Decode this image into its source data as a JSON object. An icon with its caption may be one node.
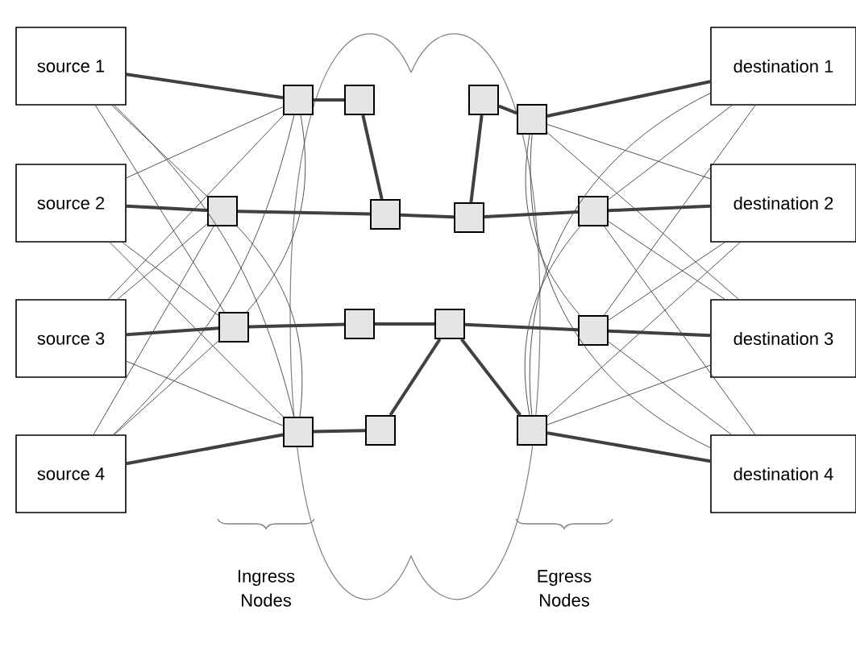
{
  "diagram": {
    "nodes": [
      {
        "text": [
          "source 1"
        ]
      },
      {
        "text": [
          "source 2"
        ]
      },
      {
        "text": [
          "source 3"
        ]
      },
      {
        "text": [
          "source 4"
        ]
      },
      {
        "text": [],
        "shape": "box"
      },
      {
        "text": [],
        "shape": "box"
      },
      {
        "text": [],
        "shape": "box"
      },
      {
        "text": [],
        "shape": "box"
      },
      {
        "text": [],
        "shape": "box"
      },
      {
        "text": [],
        "shape": "box"
      },
      {
        "text": [],
        "shape": "box"
      },
      {
        "text": [],
        "shape": "box"
      },
      {
        "text": [],
        "shape": "box"
      },
      {
        "text": [],
        "shape": "box"
      },
      {
        "text": [],
        "shape": "box"
      },
      {
        "text": [],
        "shape": "box"
      },
      {
        "text": [],
        "shape": "box"
      },
      {
        "text": [],
        "shape": "box"
      },
      {
        "text": [],
        "shape": "box"
      },
      {
        "text": [
          "destination 1"
        ]
      },
      {
        "text": [
          "destination 2"
        ]
      },
      {
        "text": [
          "destination 3"
        ]
      },
      {
        "text": [
          "destination 4"
        ]
      }
    ],
    "edges": [
      {
        "from": 0,
        "to": 4,
        "arrow": "none",
        "style": "thick"
      },
      {
        "from": 0,
        "to": 5,
        "arrow": "none"
      },
      {
        "from": 0,
        "to": 6,
        "arrow": "none"
      },
      {
        "from": 0,
        "to": 7,
        "arrow": "none"
      },
      {
        "from": 1,
        "to": 4,
        "arrow": "none"
      },
      {
        "from": 1,
        "to": 5,
        "arrow": "none",
        "style": "thick"
      },
      {
        "from": 1,
        "to": 6,
        "arrow": "none"
      },
      {
        "from": 1,
        "to": 7,
        "arrow": "none"
      },
      {
        "from": 2,
        "to": 4,
        "arrow": "none"
      },
      {
        "from": 2,
        "to": 5,
        "arrow": "none"
      },
      {
        "from": 2,
        "to": 6,
        "arrow": "none",
        "style": "thick"
      },
      {
        "from": 2,
        "to": 7,
        "arrow": "none"
      },
      {
        "from": 3,
        "to": 4,
        "arrow": "none"
      },
      {
        "from": 3,
        "to": 5,
        "arrow": "none"
      },
      {
        "from": 3,
        "to": 6,
        "arrow": "none"
      },
      {
        "from": 3,
        "to": 7,
        "arrow": "none",
        "style": "thick"
      },
      {
        "from": 4,
        "to": 6,
        "arrow": "none"
      },
      {
        "from": 5,
        "to": 7,
        "arrow": "none"
      },
      {
        "from": 4,
        "to": 8,
        "arrow": "none",
        "style": "thick"
      },
      {
        "from": 8,
        "to": 9,
        "arrow": "none",
        "style": "thick"
      },
      {
        "from": 5,
        "to": 9,
        "arrow": "none",
        "style": "thick"
      },
      {
        "from": 9,
        "to": 13,
        "arrow": "none",
        "style": "thick"
      },
      {
        "from": 6,
        "to": 10,
        "arrow": "none",
        "style": "thick"
      },
      {
        "from": 10,
        "to": 14,
        "arrow": "none",
        "style": "thick"
      },
      {
        "from": 7,
        "to": 11,
        "arrow": "none",
        "style": "thick"
      },
      {
        "from": 11,
        "to": 14,
        "arrow": "none",
        "style": "thick"
      },
      {
        "from": 13,
        "to": 12,
        "arrow": "none",
        "style": "thick"
      },
      {
        "from": 12,
        "to": 15,
        "arrow": "none",
        "style": "thick"
      },
      {
        "from": 13,
        "to": 16,
        "arrow": "none",
        "style": "thick"
      },
      {
        "from": 14,
        "to": 17,
        "arrow": "none",
        "style": "thick"
      },
      {
        "from": 14,
        "to": 18,
        "arrow": "none",
        "style": "thick"
      },
      {
        "from": 15,
        "to": 17,
        "arrow": "none"
      },
      {
        "from": 16,
        "to": 18,
        "arrow": "none"
      },
      {
        "from": 15,
        "to": 19,
        "arrow": "none",
        "style": "thick"
      },
      {
        "from": 15,
        "to": 20,
        "arrow": "none"
      },
      {
        "from": 15,
        "to": 21,
        "arrow": "none"
      },
      {
        "from": 15,
        "to": 22,
        "arrow": "none"
      },
      {
        "from": 16,
        "to": 19,
        "arrow": "none"
      },
      {
        "from": 16,
        "to": 20,
        "arrow": "none",
        "style": "thick"
      },
      {
        "from": 16,
        "to": 21,
        "arrow": "none"
      },
      {
        "from": 16,
        "to": 22,
        "arrow": "none"
      },
      {
        "from": 17,
        "to": 19,
        "arrow": "none"
      },
      {
        "from": 17,
        "to": 20,
        "arrow": "none"
      },
      {
        "from": 17,
        "to": 21,
        "arrow": "none",
        "style": "thick"
      },
      {
        "from": 17,
        "to": 22,
        "arrow": "none"
      },
      {
        "from": 18,
        "to": 19,
        "arrow": "none"
      },
      {
        "from": 18,
        "to": 20,
        "arrow": "none"
      },
      {
        "from": 18,
        "to": 21,
        "arrow": "none"
      },
      {
        "from": 18,
        "to": 22,
        "arrow": "none",
        "style": "thick"
      }
    ],
    "labels": [
      "Ingress Nodes",
      "Egress Nodes"
    ]
  }
}
